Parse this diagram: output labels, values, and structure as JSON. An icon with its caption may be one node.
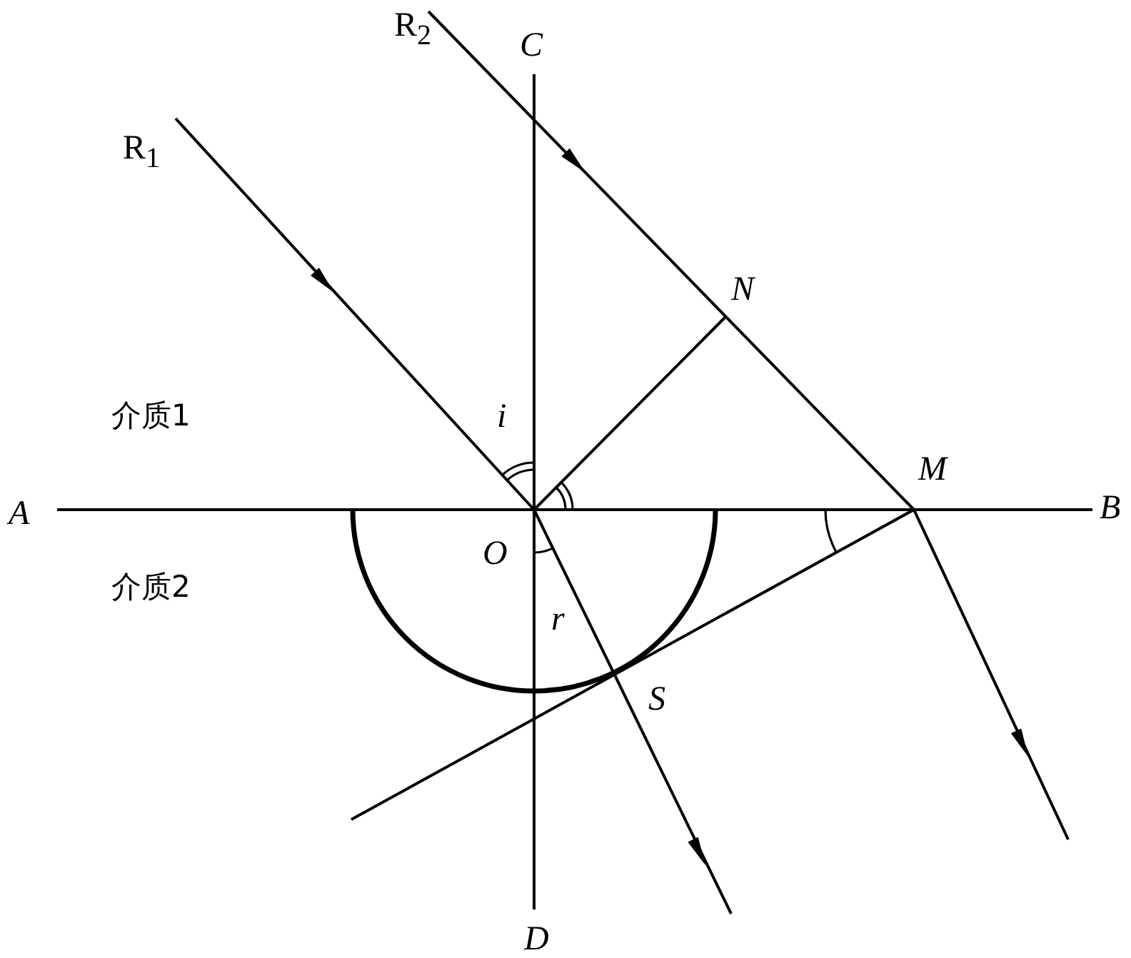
{
  "diagram": {
    "labels": [
      "R$_{2}$",
      "C",
      "R$_{1}$",
      "N",
      "介质1",
      "i",
      "M",
      "A",
      "B",
      "O",
      "介质2",
      "r",
      "S",
      "D"
    ]
  }
}
